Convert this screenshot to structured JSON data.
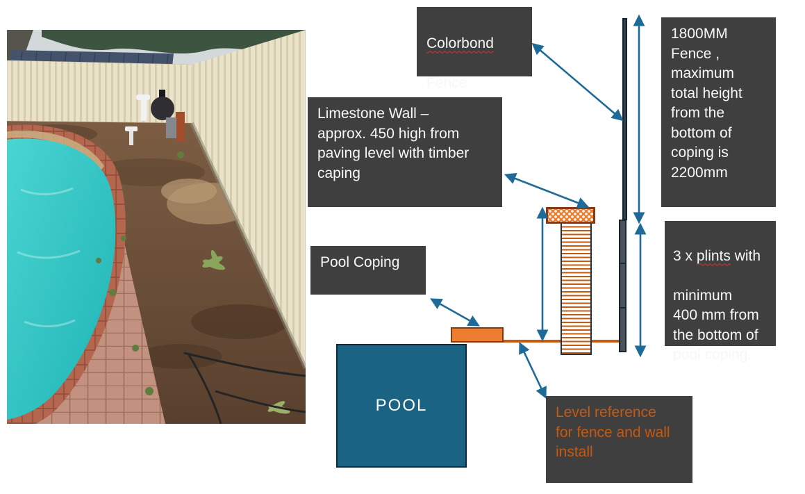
{
  "slide": {
    "pool_label": "POOL"
  },
  "callouts": {
    "colorbond": {
      "word_misspelled": "Colorbond",
      "rest": "Fence"
    },
    "fence_height": {
      "lines": [
        "1800MM",
        "Fence ,",
        "maximum",
        "total height",
        "from the",
        "bottom of",
        "coping is",
        "2200mm"
      ]
    },
    "limestone": {
      "lines": [
        "Limestone Wall –",
        "approx. 450 high from",
        "paving level with timber",
        "caping"
      ]
    },
    "pool_coping": {
      "text": "Pool Coping"
    },
    "plinths": {
      "line1_prefix": "3 x ",
      "line1_misspelled": "plints",
      "line1_suffix": " with",
      "rest_lines": [
        "minimum",
        "400 mm from",
        "the bottom of",
        "pool coping."
      ]
    },
    "level_reference": {
      "lines": [
        "Level reference",
        "for fence and wall",
        "install"
      ]
    }
  },
  "colors": {
    "callout_bg": "#3f3f3f",
    "callout_text": "#f7f7f7",
    "orange_accent": "#ed7d31",
    "orange_dark": "#c55a11",
    "arrow_blue": "#1e6a99",
    "pool_teal": "#1a6382",
    "fence_dark": "#35414b"
  }
}
